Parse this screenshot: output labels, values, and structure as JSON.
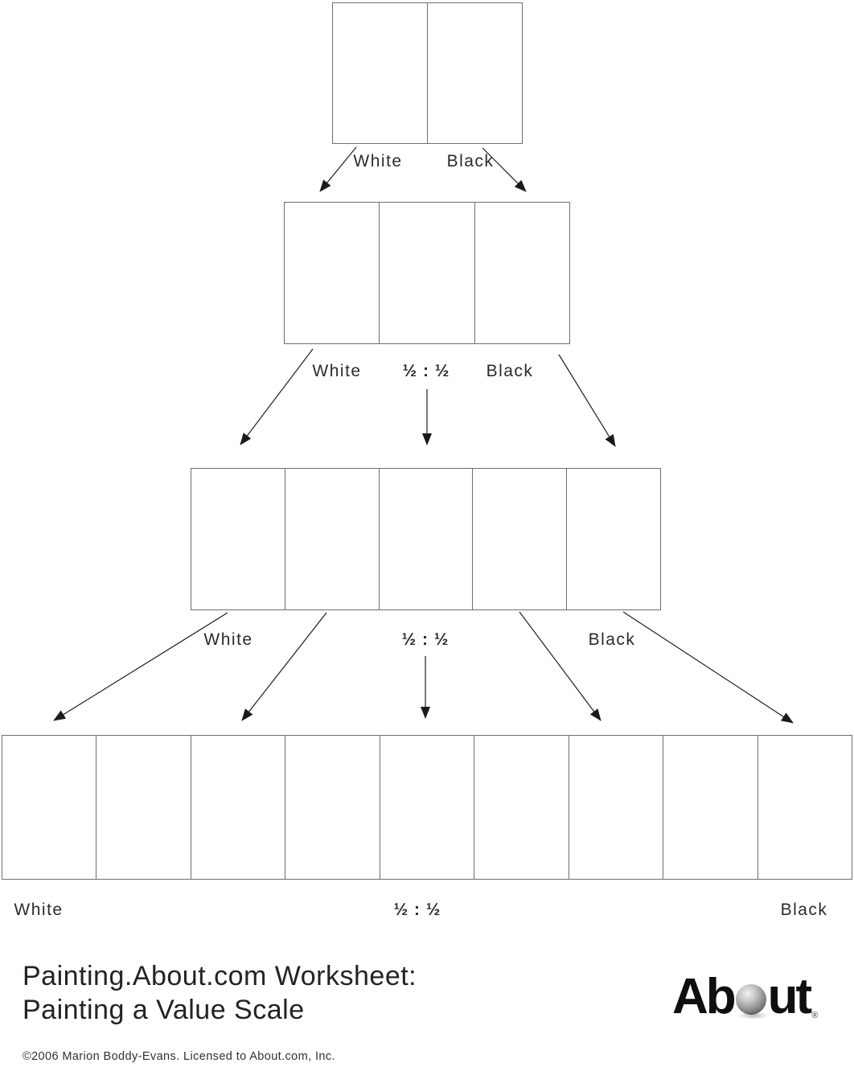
{
  "document": {
    "title_line1": "Painting.About.com Worksheet:",
    "title_line2": "Painting a Value Scale",
    "copyright": "©2006 Marion Boddy-Evans. Licensed to About.com, Inc."
  },
  "logo": {
    "part1": "Ab",
    "part2": "ut",
    "registered_mark": "®",
    "sphere_icon": "gray 3D sphere replacing the letter o"
  },
  "diagram": {
    "description": "Value scale mixing flow: 2-step scale splits to 3-step, 5-step, then 9-step scale",
    "rows": [
      {
        "name": "row-1",
        "cells": 2
      },
      {
        "name": "row-2",
        "cells": 3
      },
      {
        "name": "row-3",
        "cells": 5
      },
      {
        "name": "row-4",
        "cells": 9
      }
    ],
    "colors": {
      "box_border": "#6e6e6e",
      "arrow": "#1f1f1f",
      "text": "#2b2b2b"
    }
  },
  "labels": {
    "row1": {
      "white": "White",
      "black": "Black"
    },
    "row2": {
      "white": "White",
      "ratio": "½ : ½",
      "black": "Black"
    },
    "row3": {
      "white": "White",
      "ratio": "½ : ½",
      "black": "Black"
    },
    "row4": {
      "white": "White",
      "ratio": "½ : ½",
      "black": "Black"
    }
  }
}
